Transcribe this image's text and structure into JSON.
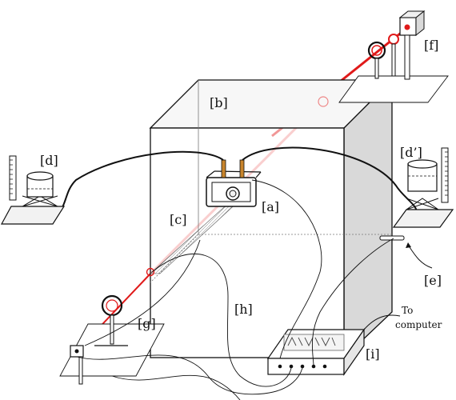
{
  "labels": {
    "a": "[a]",
    "b": "[b]",
    "c": "[c]",
    "d": "[d]",
    "d_prime": "[d’]",
    "e": "[e]",
    "f": "[f]",
    "g": "[g]",
    "h": "[h]",
    "i": "[i]"
  },
  "annotation": {
    "to": "To",
    "computer": "computer"
  },
  "colors": {
    "laser": "#e01a1a",
    "box_face_right": "#d9d9d9",
    "stroke": "#111111"
  }
}
